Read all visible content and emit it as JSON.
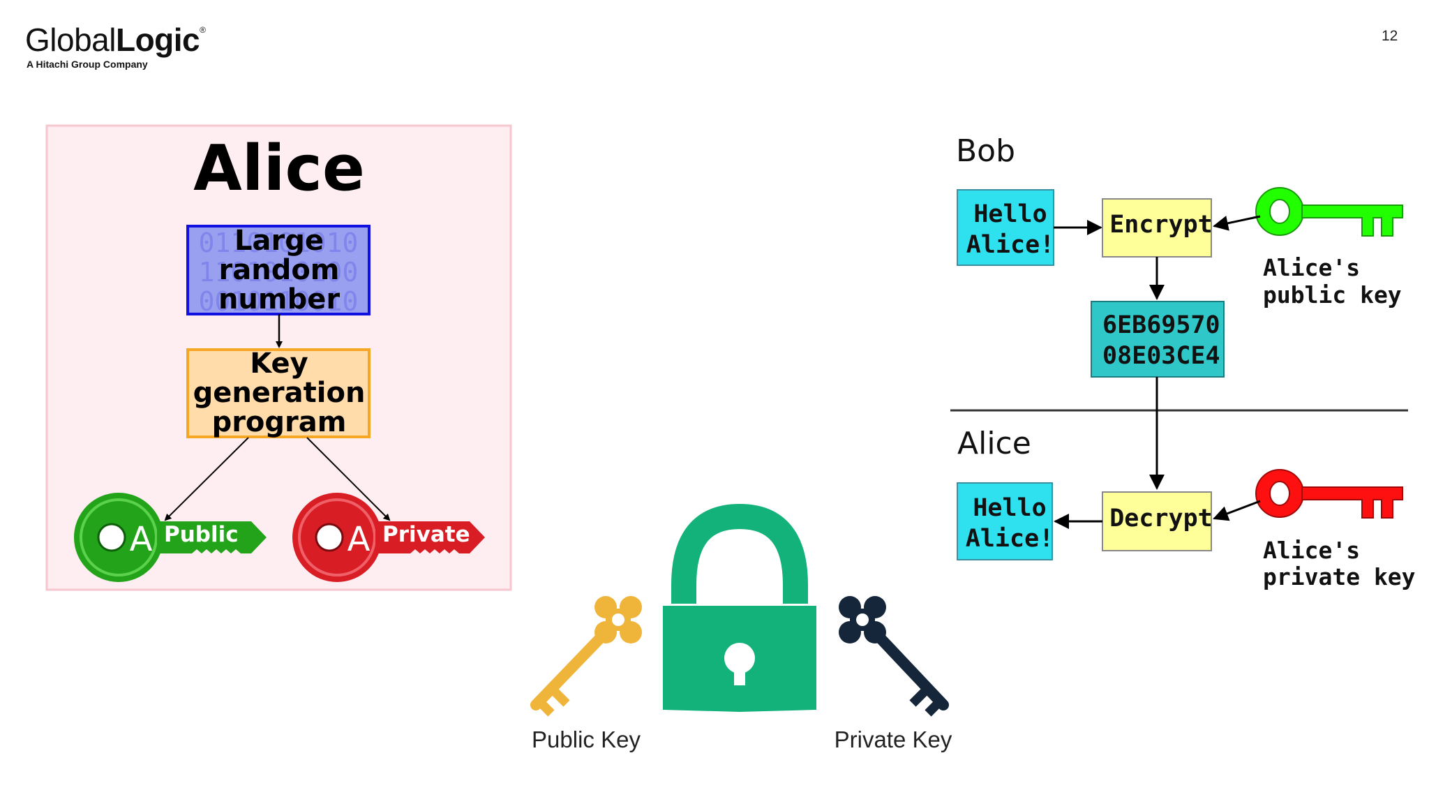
{
  "header": {
    "brand_light": "Global",
    "brand_bold": "Logic",
    "brand_registered": "®",
    "tagline": "A Hitachi Group Company",
    "page_number": "12"
  },
  "keygen_diagram": {
    "owner": "Alice",
    "random_label": [
      "Large",
      "random",
      "number"
    ],
    "binary_bg": [
      "0110101010",
      "1101010100",
      "0010110010"
    ],
    "program_label": [
      "Key",
      "generation",
      "program"
    ],
    "public_key_text": "Public",
    "private_key_text": "Private",
    "key_letter": "A"
  },
  "lock_illustration": {
    "public_caption": "Public Key",
    "private_caption": "Private Key"
  },
  "flow_diagram": {
    "sender": "Bob",
    "receiver": "Alice",
    "message": [
      "Hello",
      "Alice!"
    ],
    "encrypt": "Encrypt",
    "decrypt": "Decrypt",
    "ciphertext": [
      "6EB69570",
      "08E03CE4"
    ],
    "public_key_label": [
      "Alice's",
      "public key"
    ],
    "private_key_label": [
      "Alice's",
      "private key"
    ]
  },
  "colors": {
    "panel_bg": "#ffeef1",
    "panel_border": "#f6c7cf",
    "random_fill": "#9aa0f0",
    "random_border": "#1010e0",
    "program_fill": "#ffdcaa",
    "program_border": "#f5a623",
    "public_green": "#22a31a",
    "private_red": "#d81d24",
    "lock_green": "#12b27a",
    "key_yellow": "#efb43a",
    "key_navy": "#16263a",
    "cyan": "#2fe0ef",
    "yellow_box": "#ffff99",
    "teal_box": "#30c7c9",
    "bright_green": "#22ff00",
    "bright_red": "#ff1010"
  }
}
